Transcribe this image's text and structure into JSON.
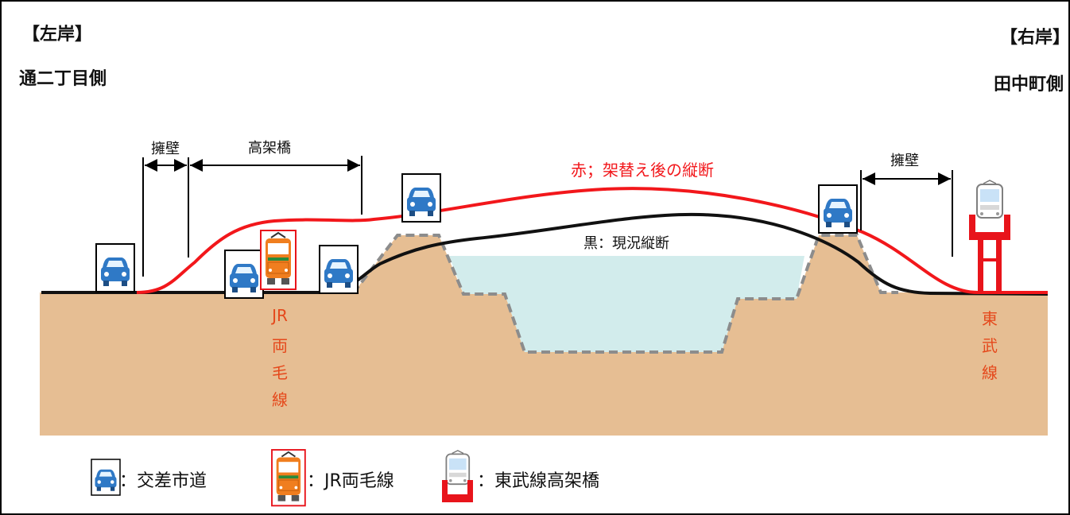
{
  "left_bank": {
    "title": "【左岸】",
    "side": "通二丁目側"
  },
  "right_bank": {
    "title": "【右岸】",
    "side": "田中町側"
  },
  "dimensions": {
    "retaining_wall_left": "擁壁",
    "viaduct": "高架橋",
    "retaining_wall_right": "擁壁"
  },
  "profiles": {
    "red": "赤；架替え後の縦断",
    "black": "黒：現況縦断"
  },
  "jr_label": [
    "JR",
    "両",
    "毛",
    "線"
  ],
  "tobu_label": [
    "東",
    "武",
    "線"
  ],
  "legend": {
    "road": "：交差市道",
    "jr": "：JR両毛線",
    "tobu": "：東武線高架橋"
  },
  "colors": {
    "ground": "#E6BE93",
    "water": "#D2ECEC",
    "red_profile": "#F2171B",
    "black_profile": "#111111",
    "levee_outline": "#8C8C8C",
    "car_blue": "#2F79C6",
    "jr_orange": "#F07E1F",
    "tobu_red": "#E8141B",
    "label_red": "#E5481B"
  }
}
